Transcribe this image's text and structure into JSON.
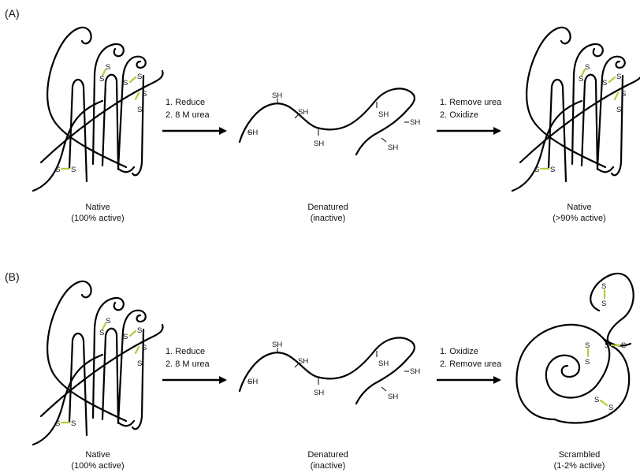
{
  "panels": {
    "a": {
      "label": "(A)",
      "native_left": {
        "title": "Native",
        "subtitle": "(100% active)"
      },
      "step1": {
        "line1": "1. Reduce",
        "line2": "2. 8 M urea"
      },
      "denatured": {
        "title": "Denatured",
        "subtitle": "(inactive)"
      },
      "step2": {
        "line1": "1. Remove urea",
        "line2": "2. Oxidize"
      },
      "native_right": {
        "title": "Native",
        "subtitle": "(>90% active)"
      }
    },
    "b": {
      "label": "(B)",
      "native_left": {
        "title": "Native",
        "subtitle": "(100% active)"
      },
      "step1": {
        "line1": "1. Reduce",
        "line2": "2. 8 M urea"
      },
      "denatured": {
        "title": "Denatured",
        "subtitle": "(inactive)"
      },
      "step2": {
        "line1": "1. Oxidize",
        "line2": "2. Remove urea"
      },
      "scrambled": {
        "title": "Scrambled",
        "subtitle": "(1-2% active)"
      }
    }
  },
  "groups": {
    "sh": "SH",
    "s": "S"
  },
  "colors": {
    "strand": "#000000",
    "disulfide_bond": "#b9c93a",
    "text": "#111111"
  }
}
